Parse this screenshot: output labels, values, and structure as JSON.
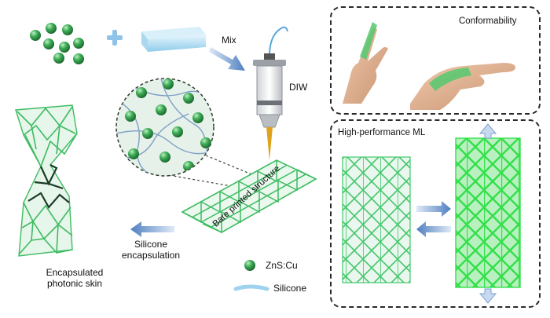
{
  "labels": {
    "mix": "Mix",
    "diw": "DIW",
    "bare_printed_structure": "Bare printed structure",
    "silicone_encapsulation": "Silicone\nencapsulation",
    "encapsulated_photonic_skin": "Encapsulated\nphotonic skin",
    "legend_zns": "ZnS:Cu",
    "legend_silicone": "Silicone",
    "conformability": "Conformability",
    "high_performance_ml": "High-performance ML"
  },
  "colors": {
    "particle": "#2f9e47",
    "silicone": "#8fd0ee",
    "lattice": "#42c76a",
    "lattice_bright": "#33e04a",
    "nozzle": "#e0a21c",
    "panel_border": "#2a2a2a",
    "arrow": "#5b86c4",
    "skin": "#d8ab8d"
  }
}
